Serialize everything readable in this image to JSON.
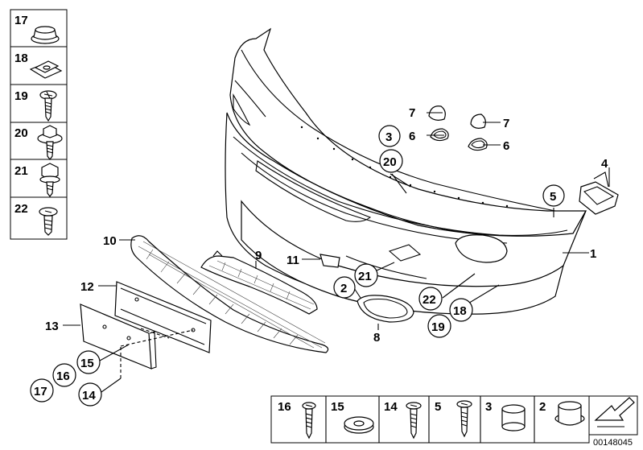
{
  "side_panel": [
    {
      "label": "17",
      "icon": "grommet-icon"
    },
    {
      "label": "18",
      "icon": "clip-nut-icon"
    },
    {
      "label": "19",
      "icon": "screw-icon"
    },
    {
      "label": "20",
      "icon": "hex-collar-screw-icon"
    },
    {
      "label": "21",
      "icon": "hex-screw-icon"
    },
    {
      "label": "22",
      "icon": "expanding-rivet-icon"
    }
  ],
  "bottom_panel": [
    {
      "label": "16",
      "icon": "screw-icon"
    },
    {
      "label": "15",
      "icon": "washer-icon"
    },
    {
      "label": "14",
      "icon": "screw-icon"
    },
    {
      "label": "5",
      "icon": "screw-icon"
    },
    {
      "label": "3",
      "icon": "cap-grommet-icon"
    },
    {
      "label": "2",
      "icon": "cap-grommet-icon"
    }
  ],
  "callouts": {
    "c1": "1",
    "c2": "2",
    "c3": "3",
    "c4": "4",
    "c5": "5",
    "c6a": "6",
    "c6b": "6",
    "c7a": "7",
    "c7b": "7",
    "c8": "8",
    "c9": "9",
    "c10": "10",
    "c11": "11",
    "c12": "12",
    "c13": "13",
    "c14": "14",
    "c15": "15",
    "c16": "16",
    "c17": "17",
    "c18": "18",
    "c19": "19",
    "c20": "20",
    "c21": "21",
    "c22": "22"
  },
  "diagram_id": "00148045"
}
